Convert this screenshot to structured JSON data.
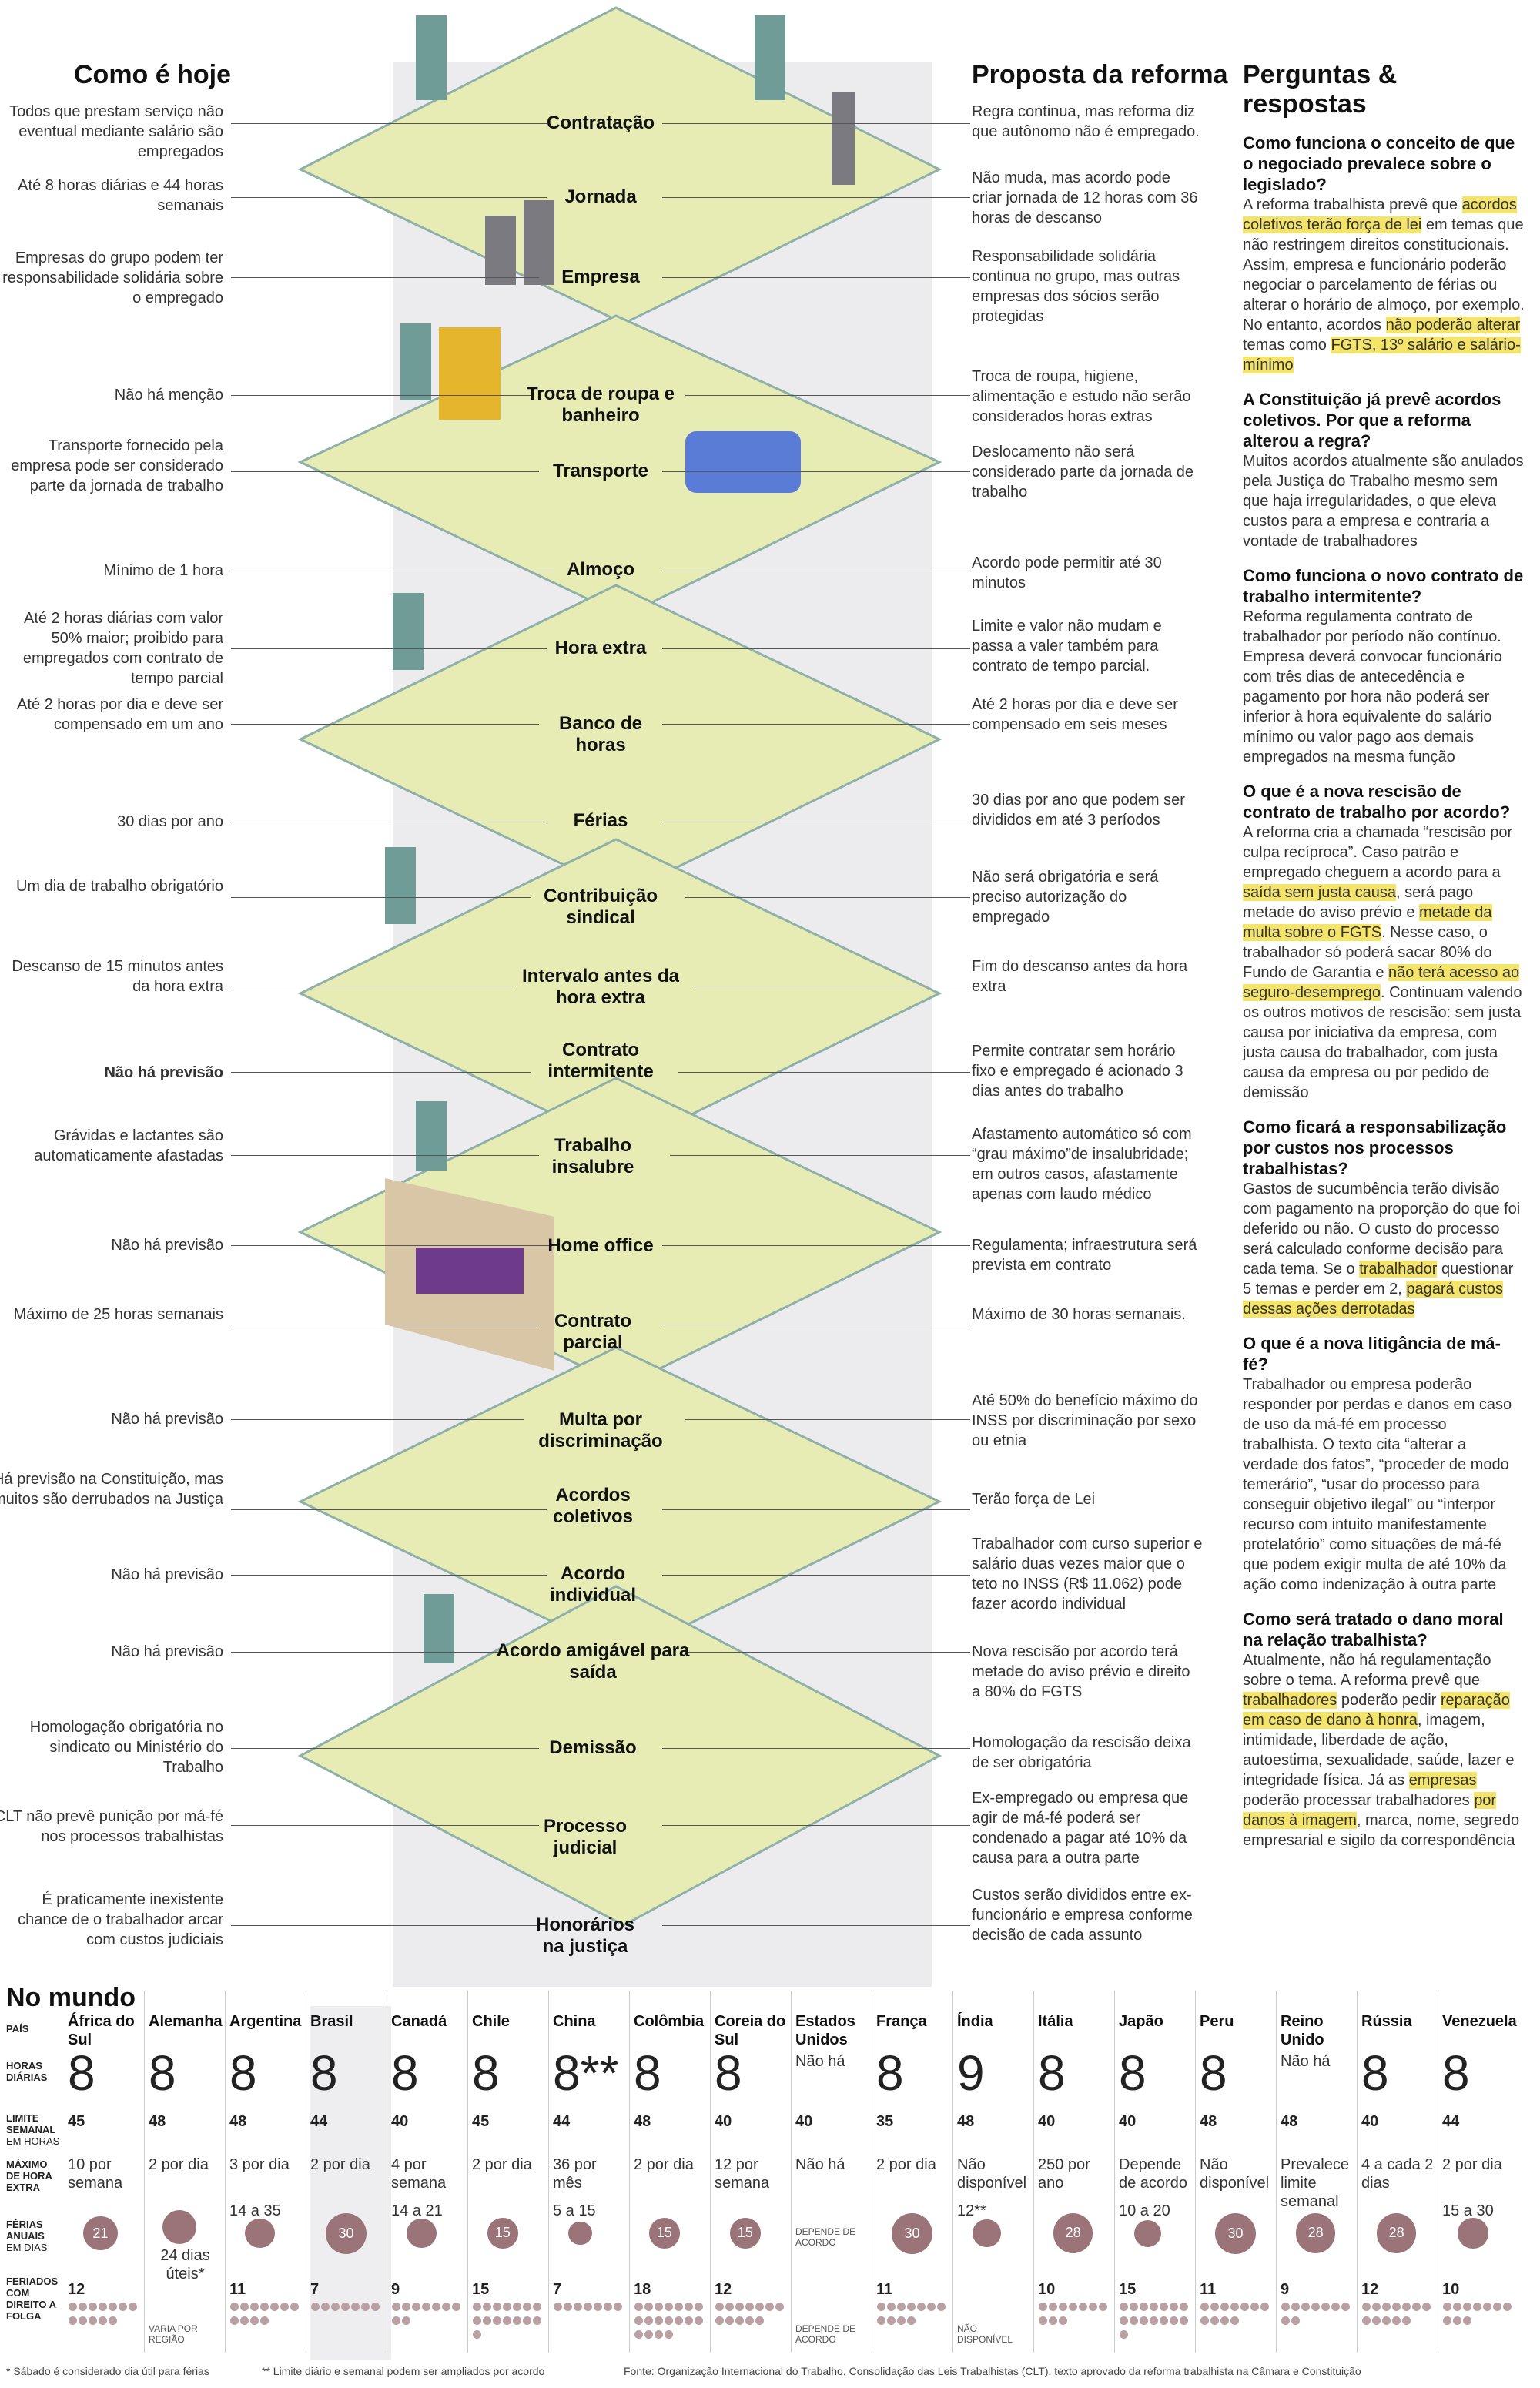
{
  "left": {
    "title": "Como é hoje",
    "items": [
      "Todos que prestam serviço não eventual mediante salário são empregados",
      "Até 8 horas diárias e 44 horas semanais",
      "Empresas do grupo podem ter responsabilidade solidária sobre o empregado",
      "Não há menção",
      "Transporte fornecido pela empresa pode ser considerado parte da jornada de trabalho",
      "Mínimo de 1 hora",
      "Até 2 horas diárias com valor 50% maior; proibido para empregados com contrato de tempo parcial",
      "Até 2 horas por dia e deve ser compensado em um ano",
      "30 dias por ano",
      "Um dia de trabalho obrigatório",
      "Descanso de 15 minutos antes da hora extra",
      "Não há previsão",
      "Grávidas e lactantes são automaticamente afastadas",
      "Não há previsão",
      "Máximo de 25 horas semanais",
      "Não há previsão",
      "Há previsão na Constituição, mas muitos são derrubados na Justiça",
      "Não há previsão",
      "Não há previsão",
      "Homologação obrigatória no sindicato ou Ministério do Trabalho",
      "CLT não prevê punição por má-fé nos processos trabalhistas",
      "É praticamente inexistente chance de o trabalhador arcar com custos judiciais"
    ]
  },
  "center": {
    "labels": [
      "Contratação",
      "Jornada",
      "Empresa",
      "Troca de roupa e banheiro",
      "Transporte",
      "Almoço",
      "Hora extra",
      "Banco de horas",
      "Férias",
      "Contribuição sindical",
      "Intervalo antes da hora extra",
      "Contrato intermitente",
      "Trabalho insalubre",
      "Home office",
      "Contrato parcial",
      "Multa por discriminação",
      "Acordos coletivos",
      "Acordo individual",
      "Acordo amigável para saída",
      "Demissão",
      "Processo judicial",
      "Honorários na justiça"
    ]
  },
  "right": {
    "title": "Proposta da reforma",
    "items": [
      "Regra continua, mas reforma diz que autônomo não é empregado.",
      "Não muda, mas acordo pode criar jornada de 12 horas com 36 horas de descanso",
      "Responsabilidade solidária continua no grupo, mas outras empresas dos sócios serão protegidas",
      "Troca de roupa, higiene, alimentação e estudo não serão considerados horas extras",
      "Deslocamento não será considerado parte da jornada de trabalho",
      "Acordo pode permitir até 30 minutos",
      "Limite e valor não mudam e passa a valer também para contrato de tempo parcial.",
      "Até 2 horas por dia e deve ser compensado em seis meses",
      "30 dias por ano que podem ser divididos em até 3 períodos",
      "Não será obrigatória e será preciso autorização do empregado",
      "Fim do descanso antes da hora extra",
      "Permite contratar sem horário fixo e empregado é acionado 3 dias antes do trabalho",
      "Afastamento automático só com “grau máximo”de insalubridade; em outros casos, afastamente apenas com laudo médico",
      "Regulamenta; infraestrutura será prevista em contrato",
      "Máximo de 30 horas semanais.",
      "Até 50% do benefício máximo do INSS por discriminação por sexo ou etnia",
      "Terão força de Lei",
      "Trabalhador com curso superior e salário duas vezes maior que o teto no INSS (R$ 11.062) pode fazer acordo individual",
      "Nova rescisão por acordo terá metade do aviso prévio e direito a 80% do FGTS",
      "Homologação da rescisão deixa de ser obrigatória",
      "Ex-empregado ou empresa que agir de má-fé poderá ser condenado a pagar até 10% da causa para a outra parte",
      "Custos serão divididos entre ex-funcionário e empresa conforme decisão de cada assunto"
    ]
  },
  "qa": {
    "title": "Perguntas & respostas",
    "blocks": [
      {
        "q": "Como funciona o conceito de que o negociado prevalece sobre o legislado?",
        "a": "A reforma trabalhista prevê que acordos coletivos terão força de lei em temas que não restringem direitos constitucionais. Assim, empresa e funcionário poderão negociar o parcelamento de férias ou alterar o horário de almoço, por exemplo. No entanto, acordos não poderão alterar temas como FGTS, 13º salário e salário-mínimo"
      },
      {
        "q": "A Constituição já prevê acordos coletivos. Por que a reforma alterou a regra?",
        "a": "Muitos acordos atualmente são anulados pela Justiça do Trabalho mesmo sem que haja irregularidades, o que eleva custos para a empresa e contraria a vontade de trabalhadores"
      },
      {
        "q": "Como funciona o novo contrato de trabalho intermitente?",
        "a": "Reforma regulamenta contrato de trabalhador por período não contínuo. Empresa deverá convocar funcionário com três dias de antecedência e pagamento por hora não poderá ser inferior à hora equivalente do salário mínimo ou valor pago aos demais empregados na mesma função"
      },
      {
        "q": "O que é a nova rescisão de contrato de trabalho por acordo?",
        "a": "A reforma cria a chamada “rescisão por culpa recíproca”. Caso patrão e empregado cheguem a acordo para a saída sem justa causa, será pago metade do aviso prévio e metade da multa sobre o FGTS. Nesse caso, o trabalhador só poderá sacar 80% do Fundo de Garantia e não terá acesso ao seguro-desemprego. Continuam valendo os outros motivos de rescisão: sem justa causa por iniciativa da empresa, com justa causa do trabalhador, com justa causa da empresa ou por pedido de demissão"
      },
      {
        "q": "Como ficará a responsabilização por custos nos processos trabalhistas?",
        "a": "Gastos de sucumbência terão divisão com pagamento na proporção do que foi deferido ou não. O custo do processo será calculado conforme decisão para cada tema. Se o trabalhador questionar 5 temas e perder em 2, pagará custos dessas ações derrotadas"
      },
      {
        "q": "O que é a nova litigância de má-fé?",
        "a": "Trabalhador ou empresa poderão responder por perdas e danos em caso de uso da má-fé em processo trabalhista. O texto cita “alterar a verdade dos fatos”, “proceder de modo temerário”, “usar do processo para conseguir objetivo ilegal” ou “interpor recurso com intuito manifestamente protelatório” como situações de má-fé que podem exigir multa de até 10% da ação como indenização à outra parte"
      },
      {
        "q": "Como será tratado o dano moral na relação trabalhista?",
        "a": "Atualmente, não há regulamentação sobre o tema. A reforma prevê que trabalhadores poderão pedir reparação em caso de dano à honra, imagem, intimidade, liberdade de ação, autoestima, sexualidade, saúde, lazer e integridade física. Já as empresas poderão processar trabalhadores por danos à imagem, marca, nome, segredo empresarial e sigilo da correspondência"
      }
    ]
  },
  "world": {
    "title": "No mundo",
    "row_labels": [
      "PAÍS",
      "HORAS DIÁRIAS",
      "LIMITE SEMANAL",
      "EM HORAS",
      "MÁXIMO DE HORA EXTRA",
      "FÉRIAS ANUAIS",
      "EM DIAS",
      "FERIADOS COM DIREITO A FOLGA"
    ],
    "countries": [
      {
        "name": "África do Sul",
        "daily": "8",
        "weekly": "45",
        "overtime": "10 por semana",
        "vac": "21",
        "hol": "12"
      },
      {
        "name": "Alemanha",
        "daily": "8",
        "weekly": "48",
        "overtime": "2 por dia",
        "vac": "24 dias úteis*",
        "hol": "VARIA POR REGIÃO"
      },
      {
        "name": "Argentina",
        "daily": "8",
        "weekly": "48",
        "overtime": "3 por dia",
        "vac": "14 a 35",
        "hol": "11"
      },
      {
        "name": "Brasil",
        "daily": "8",
        "weekly": "44",
        "overtime": "2 por dia",
        "vac": "30",
        "hol": "7"
      },
      {
        "name": "Canadá",
        "daily": "8",
        "weekly": "40",
        "overtime": "4 por semana",
        "vac": "14 a 21",
        "hol": "9"
      },
      {
        "name": "Chile",
        "daily": "8",
        "weekly": "45",
        "overtime": "2 por dia",
        "vac": "15",
        "hol": "15"
      },
      {
        "name": "China",
        "daily": "8**",
        "weekly": "44",
        "overtime": "36 por mês",
        "vac": "5 a 15",
        "hol": "7"
      },
      {
        "name": "Colômbia",
        "daily": "8",
        "weekly": "48",
        "overtime": "2 por dia",
        "vac": "15",
        "hol": "18"
      },
      {
        "name": "Coreia do Sul",
        "daily": "8",
        "weekly": "40",
        "overtime": "12 por semana",
        "vac": "15",
        "hol": "12"
      },
      {
        "name": "Estados Unidos",
        "daily": "Não há",
        "weekly": "40",
        "overtime": "Não há",
        "vac": "DEPENDE DE ACORDO",
        "hol": "DEPENDE DE ACORDO"
      },
      {
        "name": "França",
        "daily": "8",
        "weekly": "35",
        "overtime": "2 por dia",
        "vac": "30",
        "hol": "11"
      },
      {
        "name": "Índia",
        "daily": "9",
        "weekly": "48",
        "overtime": "Não disponível",
        "vac": "12**",
        "hol": "NÃO DISPONÍVEL"
      },
      {
        "name": "Itália",
        "daily": "8",
        "weekly": "40",
        "overtime": "250 por ano",
        "vac": "28",
        "hol": "10"
      },
      {
        "name": "Japão",
        "daily": "8",
        "weekly": "40",
        "overtime": "Depende de acordo",
        "vac": "10 a 20",
        "hol": "15"
      },
      {
        "name": "Peru",
        "daily": "8",
        "weekly": "48",
        "overtime": "Não disponível",
        "vac": "30",
        "hol": "11"
      },
      {
        "name": "Reino Unido",
        "daily": "Não há",
        "weekly": "48",
        "overtime": "Prevalece limite semanal",
        "vac": "28",
        "hol": "9"
      },
      {
        "name": "Rússia",
        "daily": "8",
        "weekly": "40",
        "overtime": "4 a cada 2 dias",
        "vac": "28",
        "hol": "12"
      },
      {
        "name": "Venezuela",
        "daily": "8",
        "weekly": "44",
        "overtime": "2 por dia",
        "vac": "15 a 30",
        "hol": "10"
      }
    ],
    "footnote1": "* Sábado é considerado dia útil para férias",
    "footnote2": "** Limite diário e semanal podem ser ampliados por acordo",
    "source": "Fonte: Organização Internacional do Trabalho, Consolidação das Leis Trabalhistas (CLT), texto aprovado da reforma trabalhista na Câmara e Constituição"
  },
  "colors": {
    "floor": "#e9ecb8",
    "wall": "#8fb6b0",
    "highlight": "#f4e46a",
    "circle": "#9a7478"
  }
}
